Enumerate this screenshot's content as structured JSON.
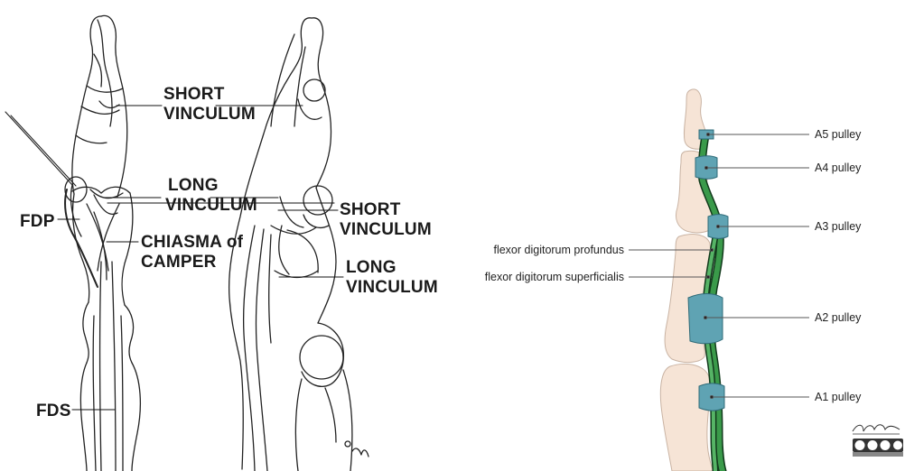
{
  "left_figure": {
    "labels": {
      "short_vinculum_a": [
        "SHORT",
        "VINCULUM"
      ],
      "long_vinculum_a": [
        "LONG",
        "VINCULUM"
      ],
      "short_vinculum_b": [
        "SHORT",
        "VINCULUM"
      ],
      "long_vinculum_b": [
        "LONG",
        "VINCULUM"
      ],
      "fdp": "FDP",
      "chiasma": [
        "CHIASMA of",
        "CAMPER"
      ],
      "fds": "FDS"
    }
  },
  "right_figure": {
    "pulleys": [
      "A5 pulley",
      "A4 pulley",
      "A3 pulley",
      "A2 pulley",
      "A1 pulley"
    ],
    "tendons": [
      "flexor digitorum profundus",
      "flexor digitorum superficialis"
    ],
    "colors": {
      "bone": "#f6e4d6",
      "bone_outline": "#c9b3a3",
      "pulley": "#5fa3b3",
      "tendon_green": "#3a9a4a",
      "tendon_dark": "#123a1c"
    }
  }
}
